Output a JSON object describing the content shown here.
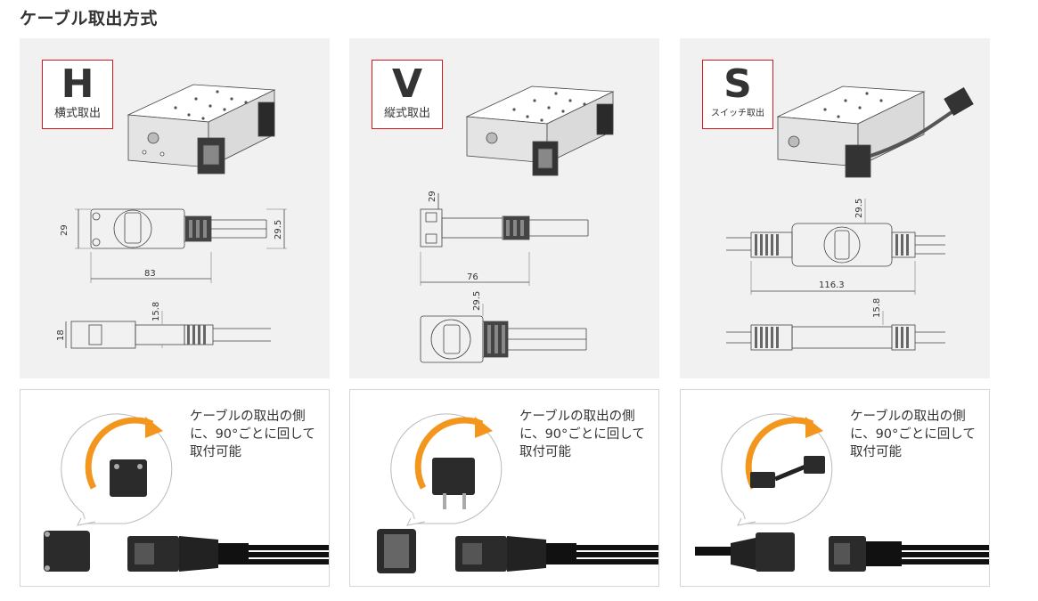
{
  "title": "ケーブル取出方式",
  "panels": [
    {
      "letter": "H",
      "label": "横式取出",
      "dims": {
        "height": "29",
        "height_right": "29.5",
        "length": "83",
        "depth": "15.8",
        "side": "18"
      },
      "note": "ケーブルの取出の側に、90°ごとに回して取付可能"
    },
    {
      "letter": "V",
      "label": "縦式取出",
      "dims": {
        "height": "29",
        "length": "76",
        "width": "29.5"
      },
      "note": "ケーブルの取出の側に、90°ごとに回して取付可能"
    },
    {
      "letter": "S",
      "label": "スイッチ取出",
      "dims": {
        "width": "29.5",
        "length": "116.3",
        "depth": "15.8"
      },
      "note": "ケーブルの取出の側に、90°ごとに回して取付可能"
    }
  ],
  "colors": {
    "accent_red": "#d7181f",
    "arrow_orange": "#f3961e",
    "panel_bg": "#f1f1f1"
  }
}
